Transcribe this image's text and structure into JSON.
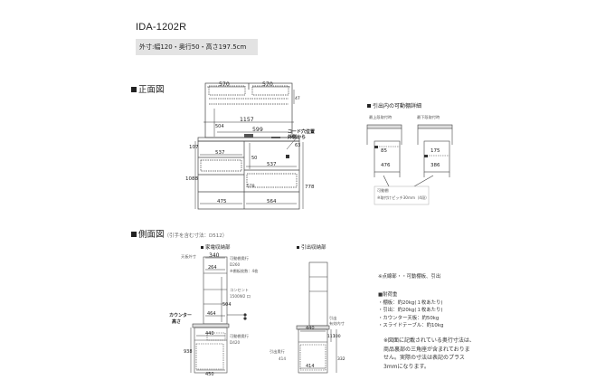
{
  "header": {
    "model": "IDA-1202R",
    "outer_dims": "外寸:幅120・奥行50・高さ197.5cm"
  },
  "front": {
    "title": "正面図",
    "dims": {
      "top_left": "570",
      "top_right": "570",
      "top_side": "47",
      "width_total": "1157",
      "inner": "599",
      "h504": "504",
      "h107": "107",
      "w537a": "537",
      "h50": "50",
      "w537b": "537",
      "h1088": "1088",
      "h778": "778",
      "w475": "475",
      "w564": "564",
      "h578": "578",
      "h63": "63",
      "cord_label": "コード穴位置 外側から"
    }
  },
  "rail": {
    "title": "引出内の可動棚詳細",
    "left_label": "最上段取付時",
    "right_label": "最下段取付時",
    "l_top": "85",
    "l_bot": "476",
    "r_top": "175",
    "r_bot": "386",
    "note1": "可動棚",
    "note2": "※取付けピッチ30mm（4段）"
  },
  "side": {
    "title": "側面図",
    "title_note": "（引手を含む寸法：D512）",
    "left_title": "家電収納部",
    "right_title": "引出収納部",
    "l_top_note": "天板外寸",
    "l_340": "340",
    "l_shelf_note1": "可動棚奥行",
    "l_shelf_note2": "D260",
    "l_shelf_note3": "※棚板枚数：4枚",
    "l_264": "264",
    "l_504": "504",
    "l_outlet1": "コンセント",
    "l_outlet2": "1500W2 口",
    "l_464": "464",
    "l_counter1": "カウンター",
    "l_counter2": "高さ",
    "l_slide1": "可動棚奥行",
    "l_slide2": "D420",
    "l_440": "440",
    "l_938": "938",
    "l_450": "450",
    "r_440": "440",
    "r_117": "117",
    "r_100": "100",
    "r_332": "332",
    "r_414": "414",
    "r_note1": "引出",
    "r_note2": "有効内寸",
    "r_drawer1": "引出奥行",
    "r_drawer2": "414"
  },
  "notes": {
    "legend": "※点線部・・可動棚板、引出",
    "capacity_title": "耐荷重",
    "items": [
      "・棚板：約20kg(１枚あたり)",
      "・引出：約20kg(１枚あたり)",
      "・カウンター天板：約50kg",
      "・スライドテーブル：約10kg"
    ],
    "caveat": [
      "※図面に記載されている奥行寸法は、",
      "商品裏部の三角座が含まれておりま",
      "せん。実際の寸法は表記のプラス",
      "3mmになります。"
    ]
  }
}
